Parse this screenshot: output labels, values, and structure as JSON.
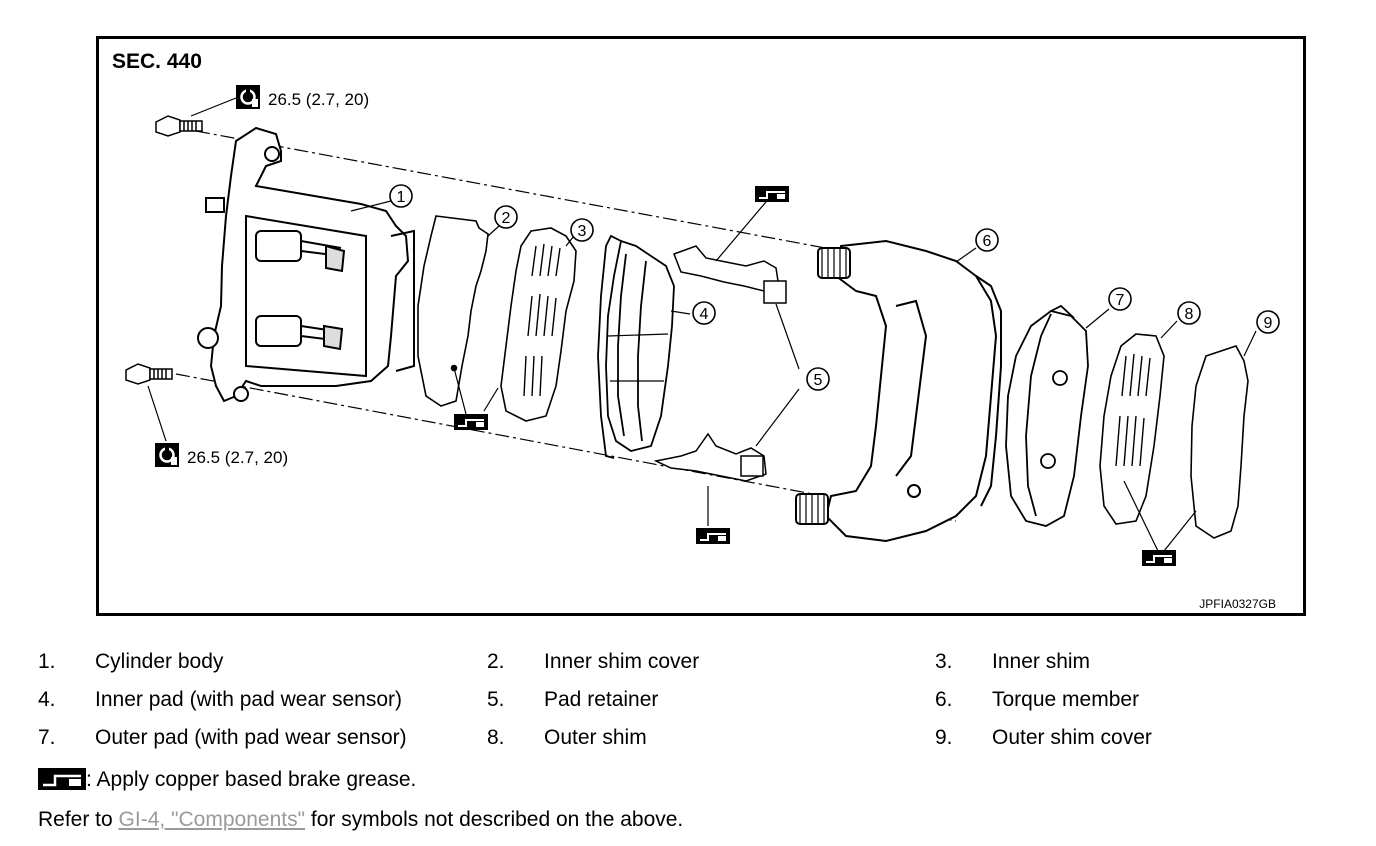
{
  "diagram": {
    "section_label": "SEC. 440",
    "torque_top": "26.5 (2.7, 20)",
    "torque_bottom": "26.5 (2.7, 20)",
    "figure_code": "JPFIA0327GB",
    "callouts": [
      "1",
      "2",
      "3",
      "4",
      "5",
      "6",
      "7",
      "8",
      "9"
    ]
  },
  "legend": [
    {
      "num": "1.",
      "text": "Cylinder body"
    },
    {
      "num": "2.",
      "text": "Inner shim cover"
    },
    {
      "num": "3.",
      "text": "Inner shim"
    },
    {
      "num": "4.",
      "text": "Inner pad (with pad wear sensor)"
    },
    {
      "num": "5.",
      "text": "Pad retainer"
    },
    {
      "num": "6.",
      "text": "Torque member"
    },
    {
      "num": "7.",
      "text": "Outer pad (with pad wear sensor)"
    },
    {
      "num": "8.",
      "text": "Outer shim"
    },
    {
      "num": "9.",
      "text": "Outer shim cover"
    }
  ],
  "notes": {
    "grease": ": Apply copper based brake grease.",
    "refer_prefix": "Refer to ",
    "refer_link": "GI-4, \"Components\"",
    "refer_suffix": " for symbols not described on the above."
  }
}
